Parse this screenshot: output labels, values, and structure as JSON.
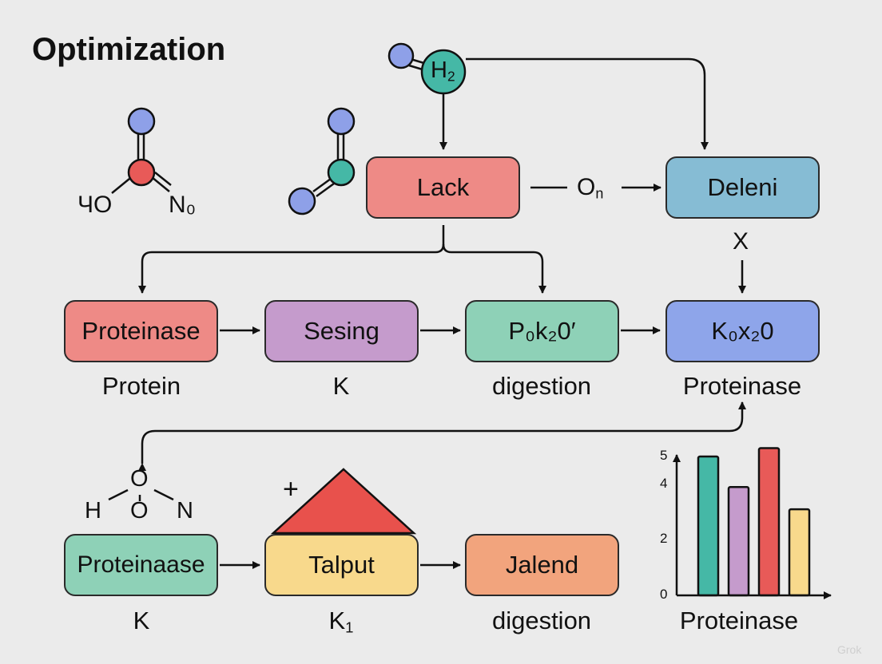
{
  "title": "Optimization",
  "molecule_left": {
    "left_label": "ЧO",
    "right_label": "N₀"
  },
  "h2_molecule": {
    "label": "H",
    "subscript": "2"
  },
  "connector_label": {
    "main": "O",
    "subscript": "n"
  },
  "x_label": "X",
  "boxes": {
    "lack": "Lack",
    "deleni": "Deleni",
    "proteinase": "Proteinase",
    "sesing": "Sesing",
    "p0k20": "P₀k₂0′",
    "k0x20": "K₀x₂0",
    "proteinaase": "Proteinaase",
    "talput": "Talput",
    "jalend": "Jalend"
  },
  "captions": {
    "protein": "Protein",
    "k": "K",
    "digestion": "digestion",
    "proteinase": "Proteinase",
    "k_bottom": "K",
    "k1_main": "K",
    "k1_sub": "1",
    "digestion_bottom": "digestion"
  },
  "hon_molecule": {
    "o_top": "O",
    "h": "H",
    "o_mid": "O",
    "n": "N"
  },
  "plus_sign": "+",
  "colors": {
    "red": "#ee8a86",
    "blue": "#86bcd4",
    "purple": "#c59bcc",
    "green": "#8ed1b7",
    "periwinkle": "#8ea5ea",
    "yellow": "#f8d98c",
    "orange": "#f2a47d",
    "triangle": "#e8514c",
    "atom_blue": "#8ea0e8",
    "atom_red": "#e85a58",
    "atom_teal": "#45b8a6"
  },
  "chart_data": {
    "type": "bar",
    "xlabel": "Proteinase",
    "ylabel": "",
    "ylim": [
      0,
      5
    ],
    "yticks": [
      0,
      2,
      4,
      5
    ],
    "values": [
      5.0,
      3.9,
      5.3,
      3.1
    ],
    "bar_colors": [
      "#45b8a6",
      "#c59bcc",
      "#e85a58",
      "#f8d98c"
    ]
  },
  "watermark": "Grok"
}
